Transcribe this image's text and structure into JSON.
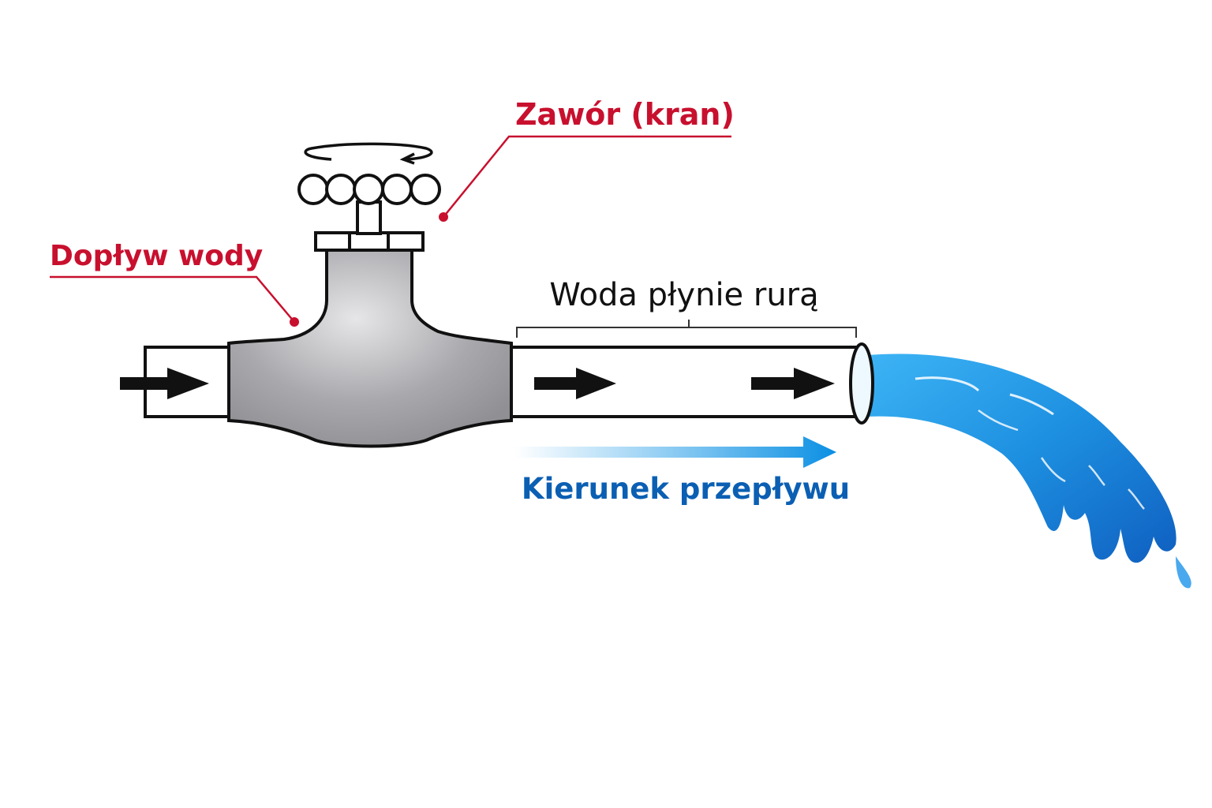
{
  "labels": {
    "valve": "Zawór (kran)",
    "inflow": "Dopływ wody",
    "pipe": "Woda płynie rurą",
    "direction": "Kierunek przepływu"
  },
  "colors": {
    "callout_red": "#c8102e",
    "direction_blue": "#0b5fb3",
    "water_blue": "#1e90e0",
    "valve_gray": "#a9a9ad",
    "outline": "#111111"
  },
  "icons": [
    "rotation-arrow-icon",
    "flow-arrow-icon"
  ]
}
